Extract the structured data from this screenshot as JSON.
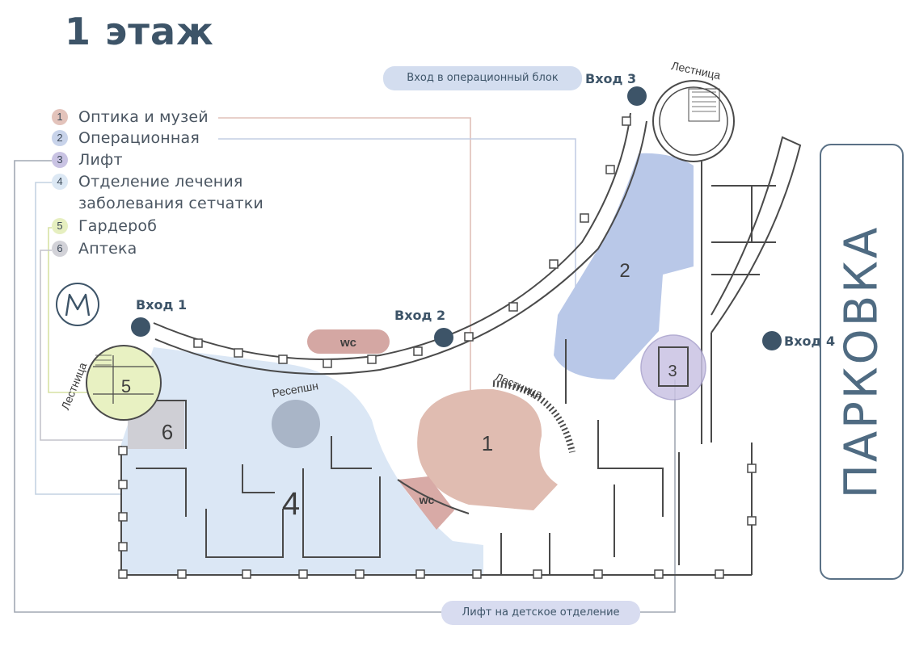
{
  "title": "1 этаж",
  "legend": [
    {
      "num": "1",
      "label": "Оптика и музей",
      "color": "#e3c3bb"
    },
    {
      "num": "2",
      "label": "Операционная",
      "color": "#c8d3ea"
    },
    {
      "num": "3",
      "label": "Лифт",
      "color": "#c9c3e3"
    },
    {
      "num": "4",
      "label": "Отделение лечения",
      "label2": "заболевания сетчатки",
      "color": "#dce8f4"
    },
    {
      "num": "5",
      "label": "Гардероб",
      "color": "#e6efc0"
    },
    {
      "num": "6",
      "label": "Аптека",
      "color": "#d2d2d8"
    }
  ],
  "zones": {
    "z1": "1",
    "z2": "2",
    "z3": "3",
    "z4": "4",
    "z5": "5",
    "z6": "6"
  },
  "entrances": {
    "e1": "Вход 1",
    "e2": "Вход 2",
    "e3": "Вход 3",
    "e4": "Вход 4"
  },
  "labels": {
    "operating_block": "Вход в операционный блок",
    "kids_lift": "Лифт на детское отделение",
    "parking": "ПАРКОВКА",
    "reception": "Ресепшн",
    "stairs": "Лестница",
    "wc": "wc",
    "metro": "M"
  },
  "colors": {
    "primary": "#3d5468",
    "zone1": "#e0bcb1",
    "zone2": "#b9c8e8",
    "zone3": "#c9c3e3",
    "zone4": "#dbe7f5",
    "zone5": "#e8f1c2",
    "zone6": "#cfcfd5",
    "wc_badge": "#d8aaa6"
  }
}
